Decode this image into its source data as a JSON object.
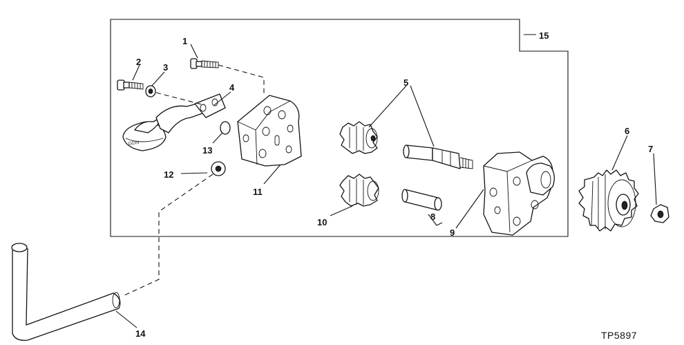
{
  "diagram": {
    "callouts": [
      {
        "id": "1",
        "text": "1"
      },
      {
        "id": "2",
        "text": "2"
      },
      {
        "id": "3",
        "text": "3"
      },
      {
        "id": "4",
        "text": "4"
      },
      {
        "id": "5",
        "text": "5"
      },
      {
        "id": "6",
        "text": "6"
      },
      {
        "id": "7",
        "text": "7"
      },
      {
        "id": "8",
        "text": "8"
      },
      {
        "id": "9",
        "text": "9"
      },
      {
        "id": "10",
        "text": "10"
      },
      {
        "id": "11",
        "text": "11"
      },
      {
        "id": "12",
        "text": "12"
      },
      {
        "id": "13",
        "text": "13"
      },
      {
        "id": "14",
        "text": "14"
      },
      {
        "id": "15",
        "text": "15"
      }
    ],
    "figure_code": "TP5897"
  }
}
